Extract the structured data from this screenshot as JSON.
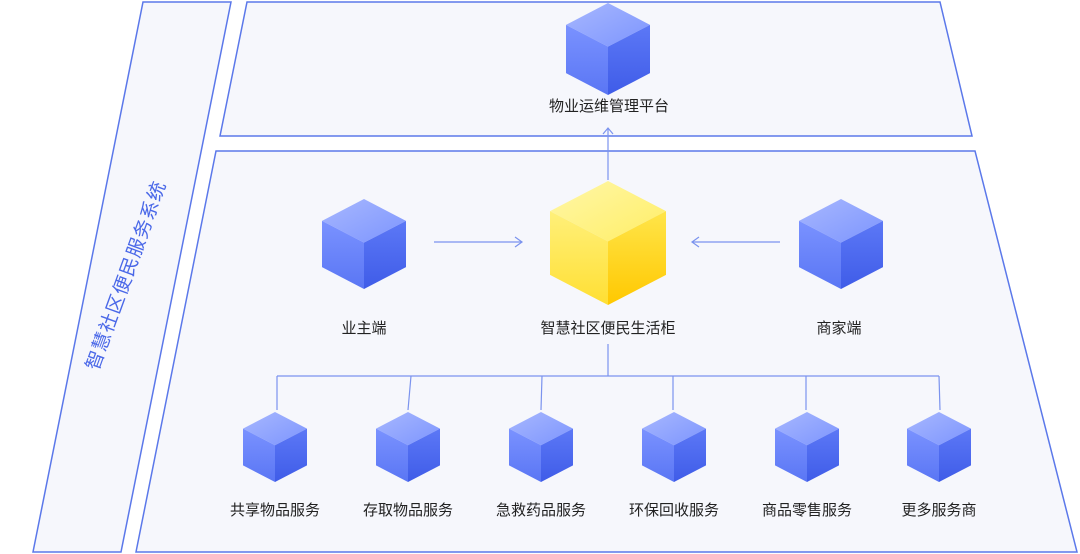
{
  "side_title": "智慧社区便民服务系统",
  "top": {
    "label": "物业运维管理平台"
  },
  "center": {
    "label": "智慧社区便民生活柜"
  },
  "owner": {
    "label": "业主端"
  },
  "merchant": {
    "label": "商家端"
  },
  "services": [
    {
      "label": "共享物品服务"
    },
    {
      "label": "存取物品服务"
    },
    {
      "label": "急救药品服务"
    },
    {
      "label": "环保回收服务"
    },
    {
      "label": "商品零售服务"
    },
    {
      "label": "更多服务商"
    }
  ],
  "colors": {
    "frame_stroke": "#5b78ea",
    "frame_fill": "#f6f7fc",
    "arrow": "#6b86ee",
    "cube_blue_top": "#8ea4ff",
    "cube_blue_left": "#6c86fb",
    "cube_blue_right": "#4e6cf2",
    "cube_yellow_top": "#fff27a",
    "cube_yellow_left": "#ffe64d",
    "cube_yellow_right": "#ffd21a"
  }
}
